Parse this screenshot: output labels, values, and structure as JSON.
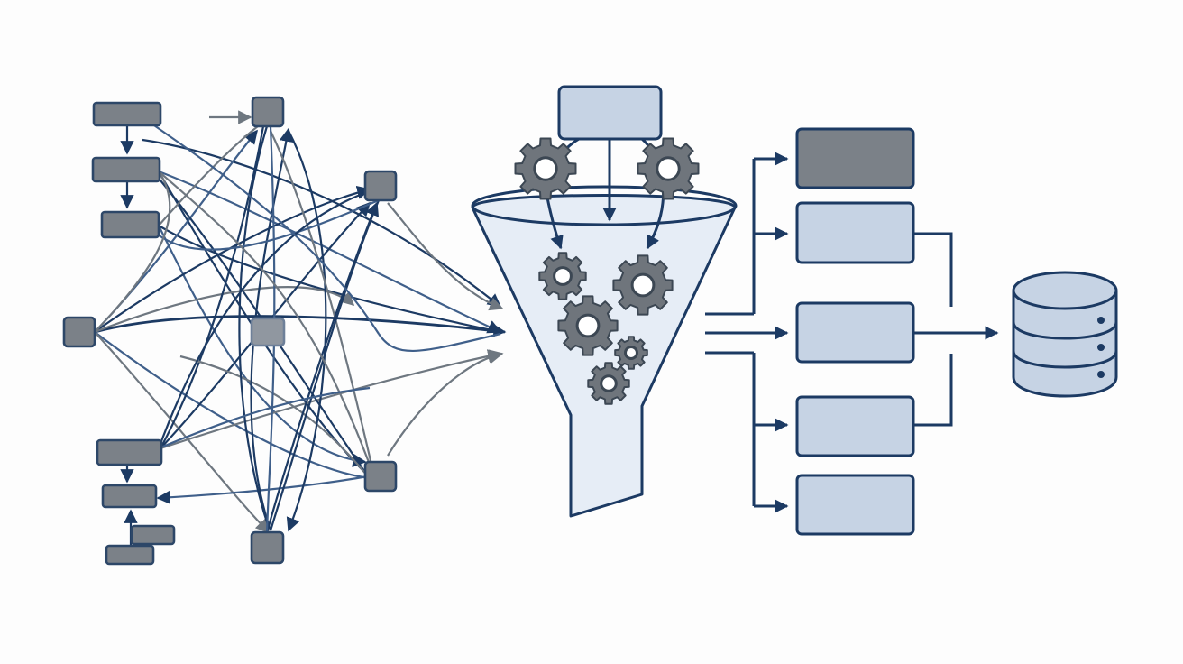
{
  "diagram": {
    "title": "",
    "colors": {
      "background": "#fdfdfd",
      "navy": "#1c3a63",
      "steel": "#3f5f8a",
      "gray_line": "#6e7780",
      "gray_node": "#7b8188",
      "gray_node_stroke": "#2d4768",
      "light_fill": "#c6d3e4",
      "funnel_fill": "#e6edf6",
      "gear_fill": "#6f757c"
    },
    "icons": {
      "gear": "gear-icon",
      "database": "database-icon",
      "arrow": "arrow-icon"
    },
    "sections": {
      "left": "tangled-network",
      "middle": "processing-funnel",
      "right": "organized-output-to-database"
    },
    "text": []
  }
}
